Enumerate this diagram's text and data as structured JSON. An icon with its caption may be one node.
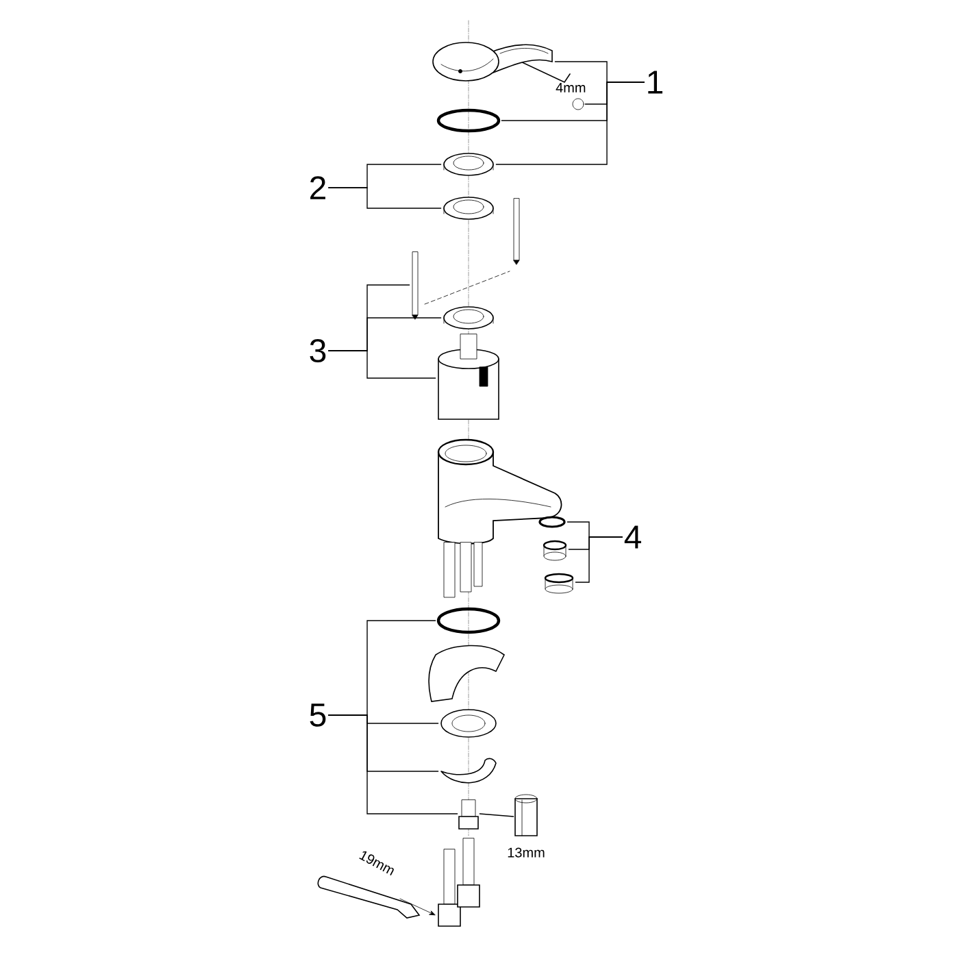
{
  "diagram": {
    "nodes": [
      {
        "text": [
          "1"
        ]
      },
      {
        "text": [],
        "shape": "picture"
      },
      {
        "text": [],
        "shape": "circle"
      },
      {
        "text": [],
        "shape": "ring"
      },
      {
        "text": [],
        "shape": "picture"
      },
      {
        "text": [
          "2"
        ]
      },
      {
        "text": [],
        "shape": "picture"
      },
      {
        "text": [
          "3"
        ]
      },
      {
        "text": [],
        "shape": "bar"
      },
      {
        "text": [],
        "shape": "picture"
      },
      {
        "text": [],
        "shape": "picture"
      },
      {
        "text": [
          "4"
        ]
      },
      {
        "text": [],
        "shape": "ring"
      },
      {
        "text": [],
        "shape": "cylinder"
      },
      {
        "text": [],
        "shape": "cylinder"
      },
      {
        "text": [
          "5"
        ]
      },
      {
        "text": [],
        "shape": "ring"
      },
      {
        "text": [],
        "shape": "picture"
      },
      {
        "text": [],
        "shape": "picture"
      },
      {
        "text": [],
        "shape": "picture"
      },
      {
        "text": [],
        "shape": "picture",
        "beside": [
          "13mm"
        ]
      }
    ],
    "edges": [
      {
        "from": 0,
        "to": 1,
        "arrow": "none"
      },
      {
        "from": 0,
        "to": 2,
        "arrow": "none"
      },
      {
        "from": 0,
        "to": 3,
        "arrow": "none"
      },
      {
        "from": 0,
        "to": 4,
        "arrow": "none"
      },
      {
        "from": 5,
        "to": 4,
        "arrow": "none"
      },
      {
        "from": 5,
        "to": 6,
        "arrow": "none"
      },
      {
        "from": 7,
        "to": 8,
        "arrow": "none"
      },
      {
        "from": 7,
        "to": 9,
        "arrow": "none"
      },
      {
        "from": 7,
        "to": 10,
        "arrow": "none"
      },
      {
        "from": 11,
        "to": 12,
        "arrow": "none"
      },
      {
        "from": 11,
        "to": 13,
        "arrow": "none"
      },
      {
        "from": 11,
        "to": 14,
        "arrow": "none"
      },
      {
        "from": 15,
        "to": 16,
        "arrow": "none"
      },
      {
        "from": 15,
        "to": 17,
        "arrow": "none"
      },
      {
        "from": 15,
        "to": 18,
        "arrow": "none"
      },
      {
        "from": 15,
        "to": 19,
        "arrow": "none"
      },
      {
        "from": 19,
        "to": 20,
        "arrow": "none"
      }
    ],
    "labels": [
      "4mm",
      "19mm"
    ]
  }
}
